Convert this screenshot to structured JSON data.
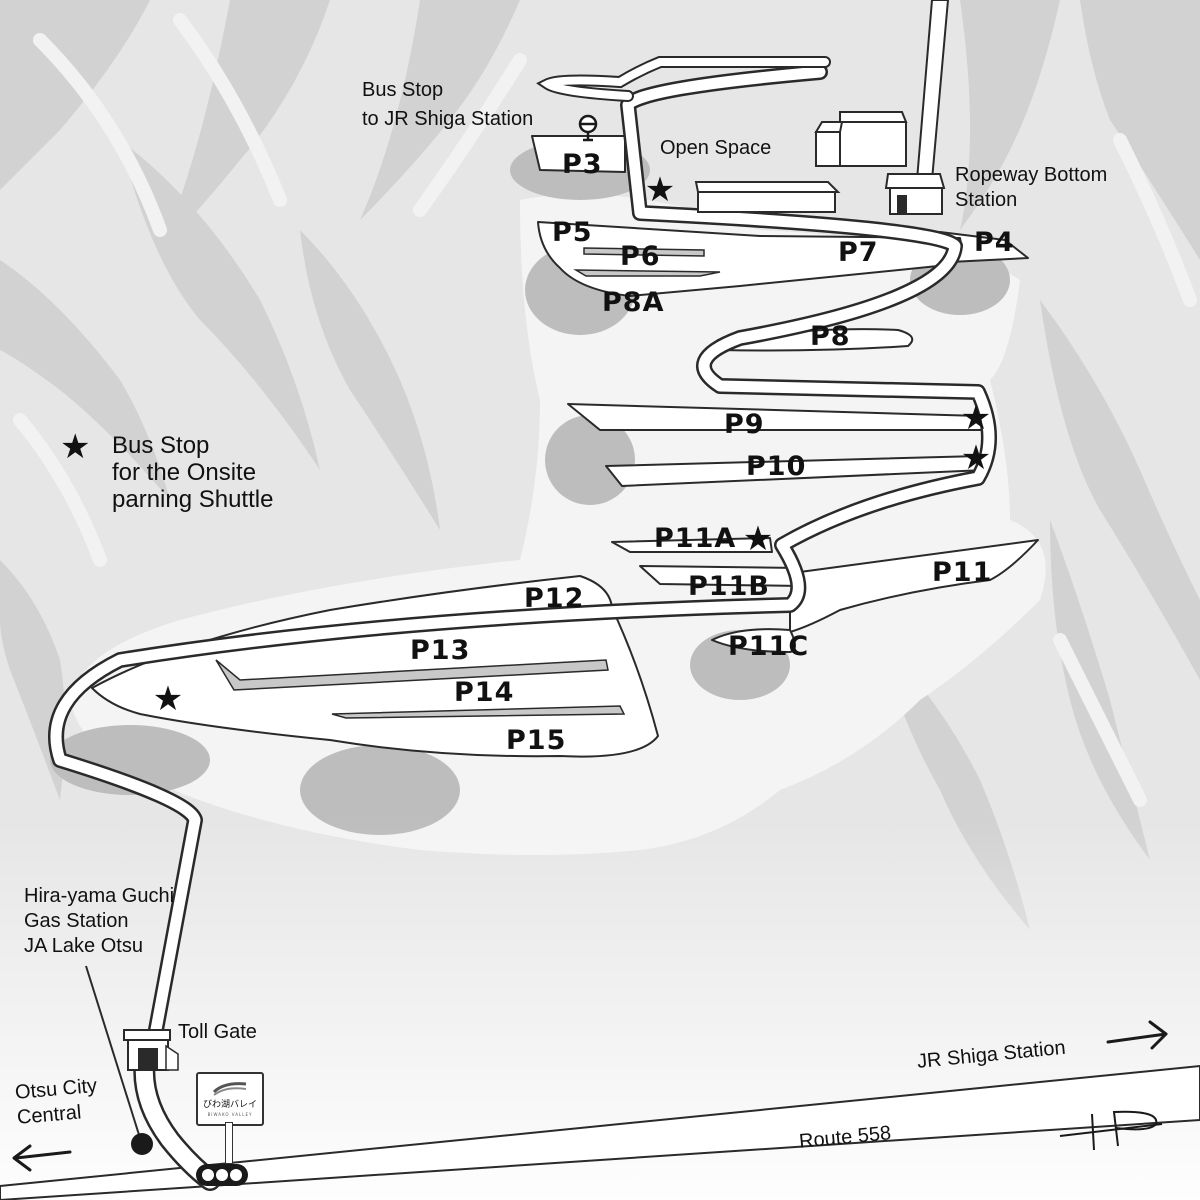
{
  "colors": {
    "background_light": "#ececec",
    "terrain_mid": "#d5d5d5",
    "terrain_dark": "#c2c2c2",
    "shadow": "#ababab",
    "road_fill": "#ffffff",
    "outline": "#2a2a2a",
    "text": "#111111"
  },
  "labels": {
    "bus_stop_jr": [
      "Bus Stop",
      "to JR Shiga Station"
    ],
    "open_space": "Open Space",
    "ropeway": [
      "Ropeway Bottom",
      "Station"
    ],
    "gas_station": [
      "Hira-yama Guchi",
      "Gas Station",
      "JA Lake Otsu"
    ],
    "toll_gate": "Toll Gate",
    "otsu_city": [
      "Otsu City",
      "Central"
    ],
    "jr_shiga_station": "JR Shiga Station",
    "route": "Route 558"
  },
  "legend": {
    "icon": "star-icon",
    "symbol": "★",
    "lines": [
      "Bus Stop",
      "for the Onsite",
      "parning Shuttle"
    ]
  },
  "parking_lots": [
    "P3",
    "P4",
    "P5",
    "P6",
    "P7",
    "P8A",
    "P8",
    "P9",
    "P10",
    "P11A",
    "P11B",
    "P11",
    "P11C",
    "P12",
    "P13",
    "P14",
    "P15"
  ],
  "sign": {
    "text": "びわ湖バレイ",
    "subtext": "BIWAKO VALLEY"
  },
  "icons": {
    "bus_stop": "bus-stop-icon",
    "shuttle_stop": "star-icon",
    "traffic_light": "traffic-light-icon",
    "gas_station_marker": "dot-marker-icon",
    "arrow_left": "arrow-left-icon",
    "arrow_right": "arrow-right-icon",
    "north": "north-arrow-icon"
  }
}
